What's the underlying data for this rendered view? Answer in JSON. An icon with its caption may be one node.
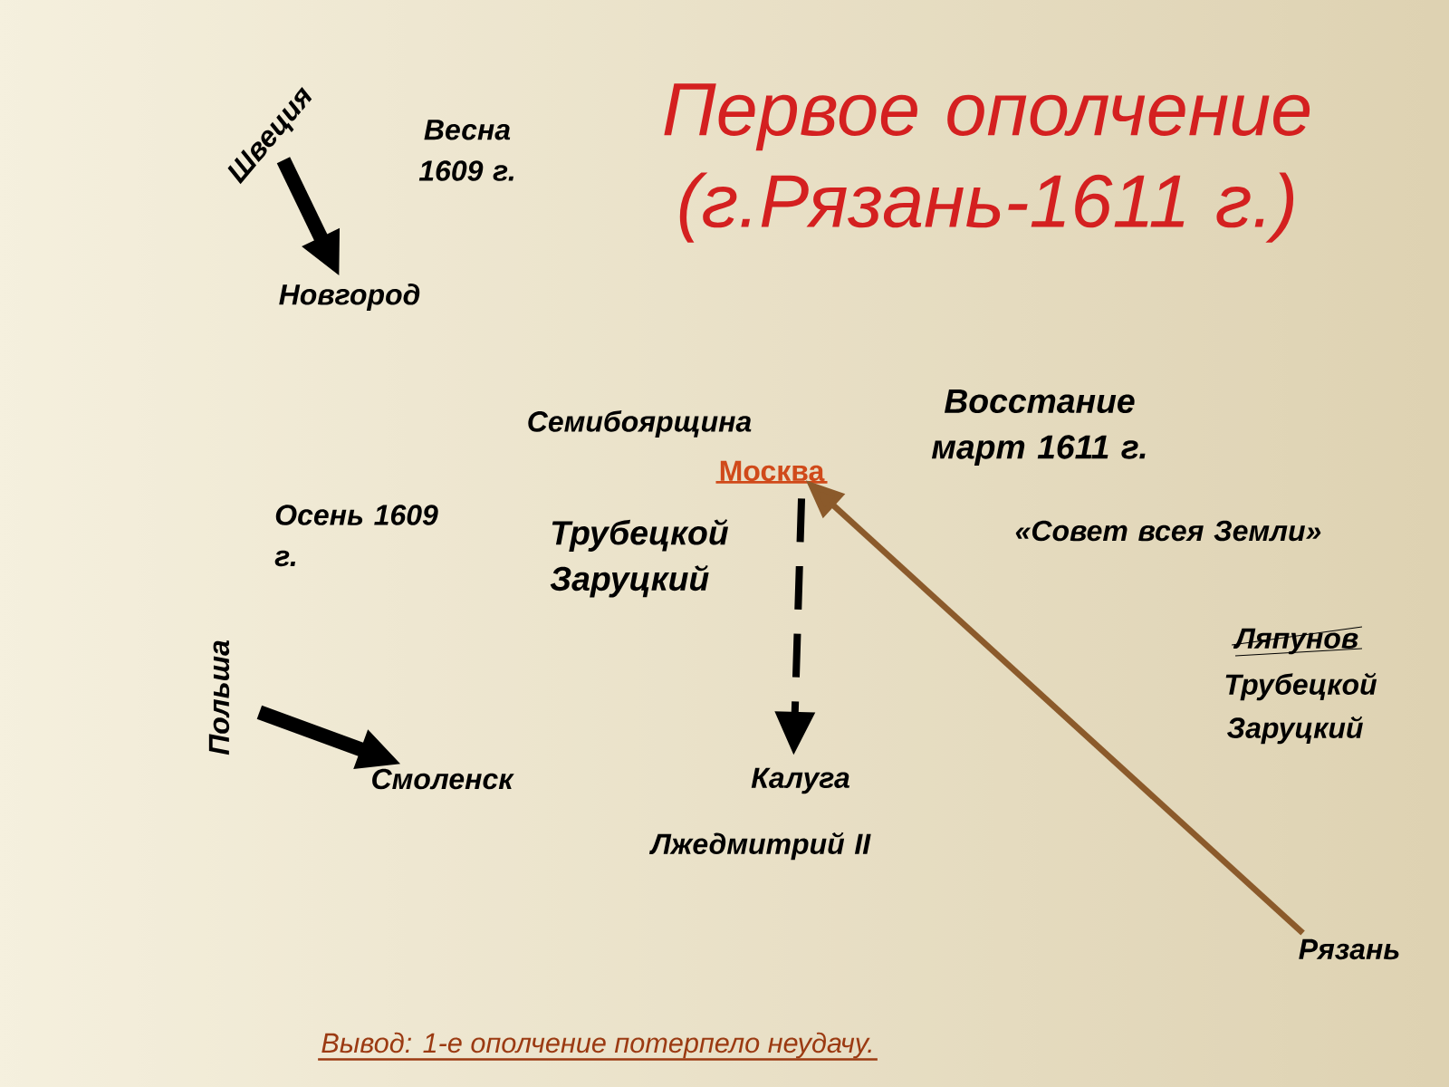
{
  "diagram": {
    "title": "Первое ополчение (г.Рязань-1611 г.)",
    "caption": "Вывод:  1-е ополчение потерпело неудачу.",
    "nodes": [
      {
        "text": [
          "Швеция"
        ]
      },
      {
        "text": [
          "Новгород"
        ]
      },
      {
        "text": [
          "Москва"
        ]
      },
      {
        "text": [
          "Калуга"
        ]
      },
      {
        "text": [
          "Рязань"
        ]
      },
      {
        "text": [
          "Польша"
        ]
      },
      {
        "text": [
          "Смоленск"
        ]
      }
    ],
    "edges": [
      {
        "from": 0,
        "to": 1,
        "arrow": "to",
        "style": "thick"
      },
      {
        "from": 5,
        "to": 6,
        "arrow": "to",
        "style": "thick"
      },
      {
        "from": 2,
        "to": 3,
        "arrow": "to",
        "style": "dashed"
      },
      {
        "from": 4,
        "to": 2,
        "arrow": "to",
        "color": "#8b5a2b"
      }
    ],
    "labels": [
      "Весна 1609 г.",
      "Семибоярщина",
      "Восстание март 1611 г.",
      "Осень 1609 г.",
      "Трубецкой Заруцкий",
      "«Совет всея Земли»",
      "Ляпунов",
      "Трубецкой",
      "Заруцкий",
      "Лжедмитрий II"
    ]
  }
}
